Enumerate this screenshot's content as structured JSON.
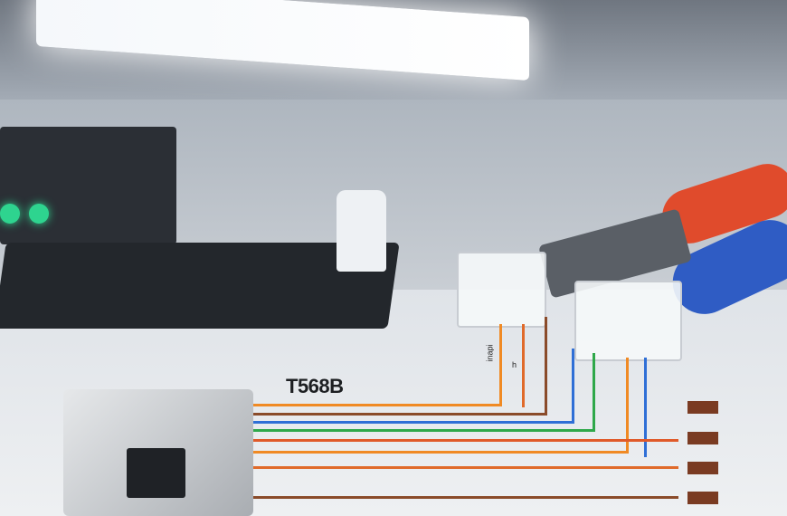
{
  "scene": {
    "description": "Network cabling workbench with RJ45 connectors, keystone jack and crimping tool",
    "wiring_standard_label": "T568B",
    "small_labels": [
      "ᴉdɐuᴉ",
      "h"
    ]
  },
  "colors": {
    "orange": "#f08a24",
    "brown": "#8a4b2a",
    "blue": "#2f6fd6",
    "green": "#2fa84a",
    "red_handle": "#e04b2c",
    "blue_handle": "#2f5cc4"
  }
}
